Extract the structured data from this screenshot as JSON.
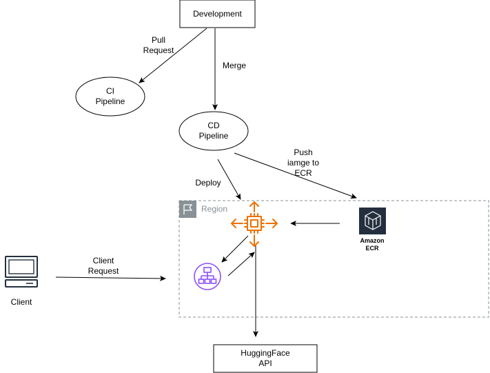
{
  "nodes": {
    "development": "Development",
    "ci_pipeline": [
      "CI",
      "Pipeline"
    ],
    "cd_pipeline": [
      "CD",
      "Pipeline"
    ],
    "huggingface": [
      "HuggingFace",
      "API"
    ],
    "client": "Client",
    "region": "Region",
    "ecr": [
      "Amazon",
      "ECR"
    ]
  },
  "edges": {
    "pull_request": [
      "Pull",
      "Request"
    ],
    "merge": "Merge",
    "deploy": "Deploy",
    "push_image": [
      "Push",
      "iamge to",
      "ECR"
    ],
    "client_request": [
      "Client",
      "Request"
    ]
  },
  "colors": {
    "ec2": "#ED7100",
    "elb": "#8C4FFF",
    "ecr": "#232F3E",
    "region": "#879196"
  },
  "icons": [
    "ec2-instance-icon",
    "load-balancer-icon",
    "ecr-icon",
    "client-computer-icon",
    "region-flag-icon"
  ]
}
